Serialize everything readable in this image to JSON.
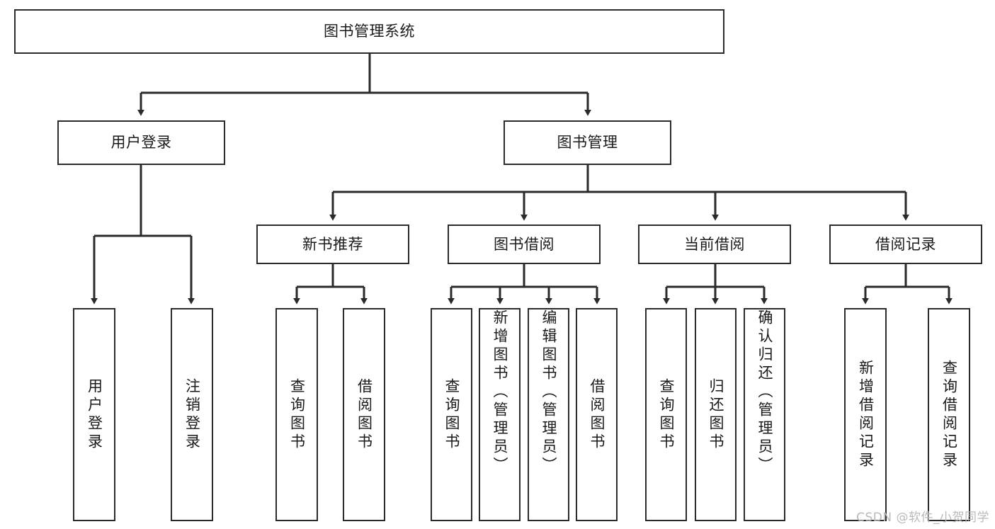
{
  "diagram": {
    "type": "tree",
    "title": "图书管理系统",
    "orientation": "top-down",
    "edge_color": "#2b2b2b",
    "box_border_color": "#2b2b2b",
    "box_fill_color": "#ffffff",
    "text_color": "#1a1a1a"
  },
  "root": {
    "label": "图书管理系统"
  },
  "level2": {
    "user_login": {
      "label": "用户登录"
    },
    "book_manage": {
      "label": "图书管理"
    }
  },
  "level3": {
    "new_book_rec": {
      "label": "新书推荐"
    },
    "book_borrow": {
      "label": "图书借阅"
    },
    "current_borrow": {
      "label": "当前借阅"
    },
    "borrow_record": {
      "label": "借阅记录"
    }
  },
  "leaves": {
    "user_login": [
      {
        "label": "用户登录"
      },
      {
        "label": "注销登录"
      }
    ],
    "new_book_rec": [
      {
        "label": "查询图书"
      },
      {
        "label": "借阅图书"
      }
    ],
    "book_borrow": [
      {
        "label": "查询图书"
      },
      {
        "label": "新增图书（管理员）"
      },
      {
        "label": "编辑图书（管理员）"
      },
      {
        "label": "借阅图书"
      }
    ],
    "current_borrow": [
      {
        "label": "查询图书"
      },
      {
        "label": "归还图书"
      },
      {
        "label": "确认归还（管理员）"
      }
    ],
    "borrow_record": [
      {
        "label": "新增借阅记录"
      },
      {
        "label": "查询借阅记录"
      }
    ]
  },
  "watermark": {
    "text": "CSDN @软件_小贺同学"
  }
}
